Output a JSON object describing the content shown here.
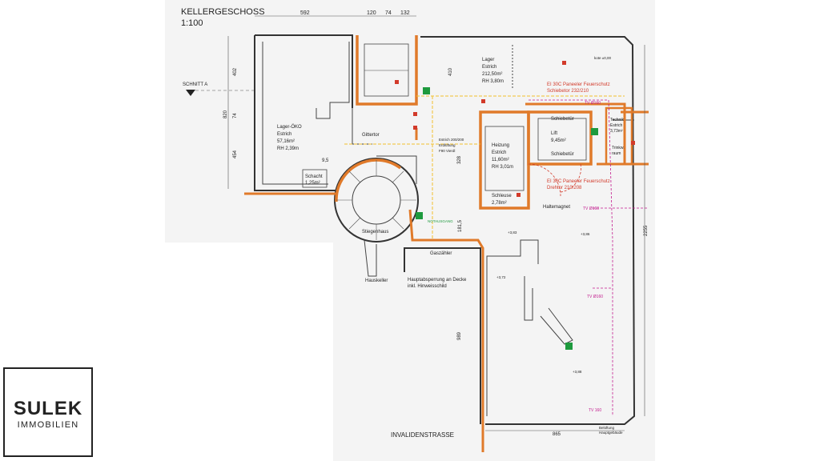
{
  "plan": {
    "title": "KELLERGESCHOSS",
    "scale": "1:100",
    "section_marker": "SCHNITT A",
    "street": "INVALIDENSTRASSE"
  },
  "dimensions": {
    "top_592": "592",
    "top_120": "120",
    "top_74": "74",
    "top_132": "132",
    "left_402": "402",
    "left_74": "74",
    "left_820": "820",
    "left_454": "454",
    "mid_410": "410",
    "mid_328": "328",
    "mid_181": "181,5",
    "mid_989": "989",
    "right_2255": "2255",
    "bottom_865": "865"
  },
  "rooms": {
    "lager_oeko": {
      "name": "Lager-ÖKO",
      "floor": "Estrich",
      "area": "57,16m²",
      "height": "RH 2,39m"
    },
    "lager": {
      "name": "Lager",
      "floor": "Estrich",
      "area": "212,50m²",
      "height": "RH 3,80m"
    },
    "heizung": {
      "name": "Heizung",
      "floor": "Estrich",
      "area": "11,60m²",
      "height": "RH 3,01m"
    },
    "lift": {
      "name": "Lift",
      "area": "9,45m²"
    },
    "schacht": {
      "name": "Schacht",
      "area": "1,25m²"
    },
    "schleuse": {
      "name": "Schleuse",
      "area": "2,78m²"
    },
    "technik": {
      "name": "Technik",
      "floor": "Estrich",
      "area": "3,73m²"
    },
    "stiegenhaus": "Stiegenhaus",
    "hauskeller": "Hauskeller",
    "gaszaehler": "Gaszähler",
    "gitterter": "Gittertor",
    "schiebetuer_top": "Schiebetür",
    "schiebetuer_bottom": "Schiebetür",
    "haltemagnet": "Haltemagnet",
    "trinkwasser": "Trinkw.",
    "raum": "raum"
  },
  "annotations": {
    "hauptabsperrung_1": "Hauptabsperrung an Decke",
    "hauptabsperrung_2": "inkl. Hinweisschild",
    "belueftung_1": "Belüftung",
    "belueftung_2": "Hauptgebäude",
    "estrich_note": "Estrich 200/200",
    "erdueftung": "Erdlüftung",
    "f90": "F90 Vierdl",
    "notausgang": "NOTAUSGANG",
    "schnitt_label": "9,5"
  },
  "fire_notes": {
    "note1_line1": "EI 30C Paneeler Feuerschutz",
    "note1_line2": "Schiebetor 232/210",
    "note2_line1": "EI 30C Paneeler Feuerschutz",
    "note2_line2": "Drehtor 210/208"
  },
  "pipes": {
    "tv_top": "TV Ø160",
    "tv_mid": "TV Ø160",
    "tv_low": "TV Ø160",
    "tv_bottom": "TV 160"
  },
  "levels": {
    "l1": "kote ±0,00",
    "l2": "+3,83",
    "l3": "+3,86",
    "l4": "+3,72",
    "l5": "+3,88"
  },
  "logo": {
    "name": "SULEK",
    "sub": "IMMOBILIEN"
  },
  "colors": {
    "fire_wall": "#e07a2a",
    "fire_text": "#d23a2a",
    "pipe": "#c21b8e",
    "escape_route": "#f2c12e",
    "exit_sign": "#1e9a3e"
  }
}
